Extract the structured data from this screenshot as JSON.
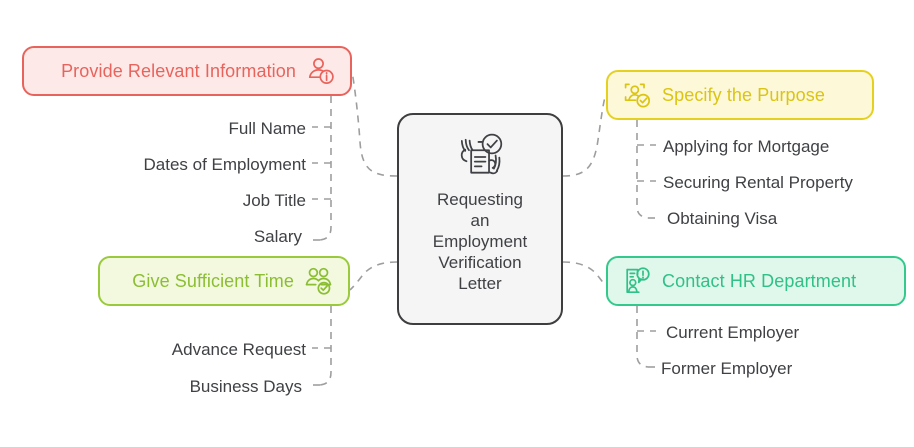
{
  "diagram": {
    "type": "mind-map",
    "title": "Requesting an Employment Verification Letter",
    "background_color": "#FFFFFF",
    "connector_color": "#9E9E9E"
  },
  "center": {
    "text": "Requesting an Employment Verification Letter",
    "line1": "Requesting",
    "line2": "an",
    "line3": "Employment",
    "line4": "Verification",
    "line5": "Letter",
    "icon": "document-check-hands-icon",
    "fill_color": "#F5F5F5",
    "border_color": "#3E3E40",
    "text_color": "#3F4145"
  },
  "branches": [
    {
      "id": "provide",
      "label": "Provide Relevant Information",
      "icon": "person-info-badge-icon",
      "accent_color": "#E8635C",
      "fill_color": "#FDEAE8",
      "side": "left",
      "children": [
        {
          "label": "Full Name"
        },
        {
          "label": "Dates of Employment"
        },
        {
          "label": "Job Title"
        },
        {
          "label": "Salary"
        }
      ]
    },
    {
      "id": "time",
      "label": "Give Sufficient Time",
      "icon": "people-check-badge-icon",
      "accent_color": "#8CBE33",
      "fill_color": "#F2F9DF",
      "side": "left",
      "children": [
        {
          "label": "Advance Request"
        },
        {
          "label": "Business Days"
        }
      ]
    },
    {
      "id": "purpose",
      "label": "Specify the Purpose",
      "icon": "person-focus-check-icon",
      "accent_color": "#DCC413",
      "fill_color": "#FCF8D8",
      "side": "right",
      "children": [
        {
          "label": "Applying for Mortgage"
        },
        {
          "label": "Securing Rental Property"
        },
        {
          "label": "Obtaining Visa"
        }
      ]
    },
    {
      "id": "hr",
      "label": "Contact HR Department",
      "icon": "document-person-alert-icon",
      "accent_color": "#2FC186",
      "fill_color": "#E0F7EC",
      "side": "right",
      "children": [
        {
          "label": "Current Employer"
        },
        {
          "label": "Former Employer"
        }
      ]
    }
  ]
}
